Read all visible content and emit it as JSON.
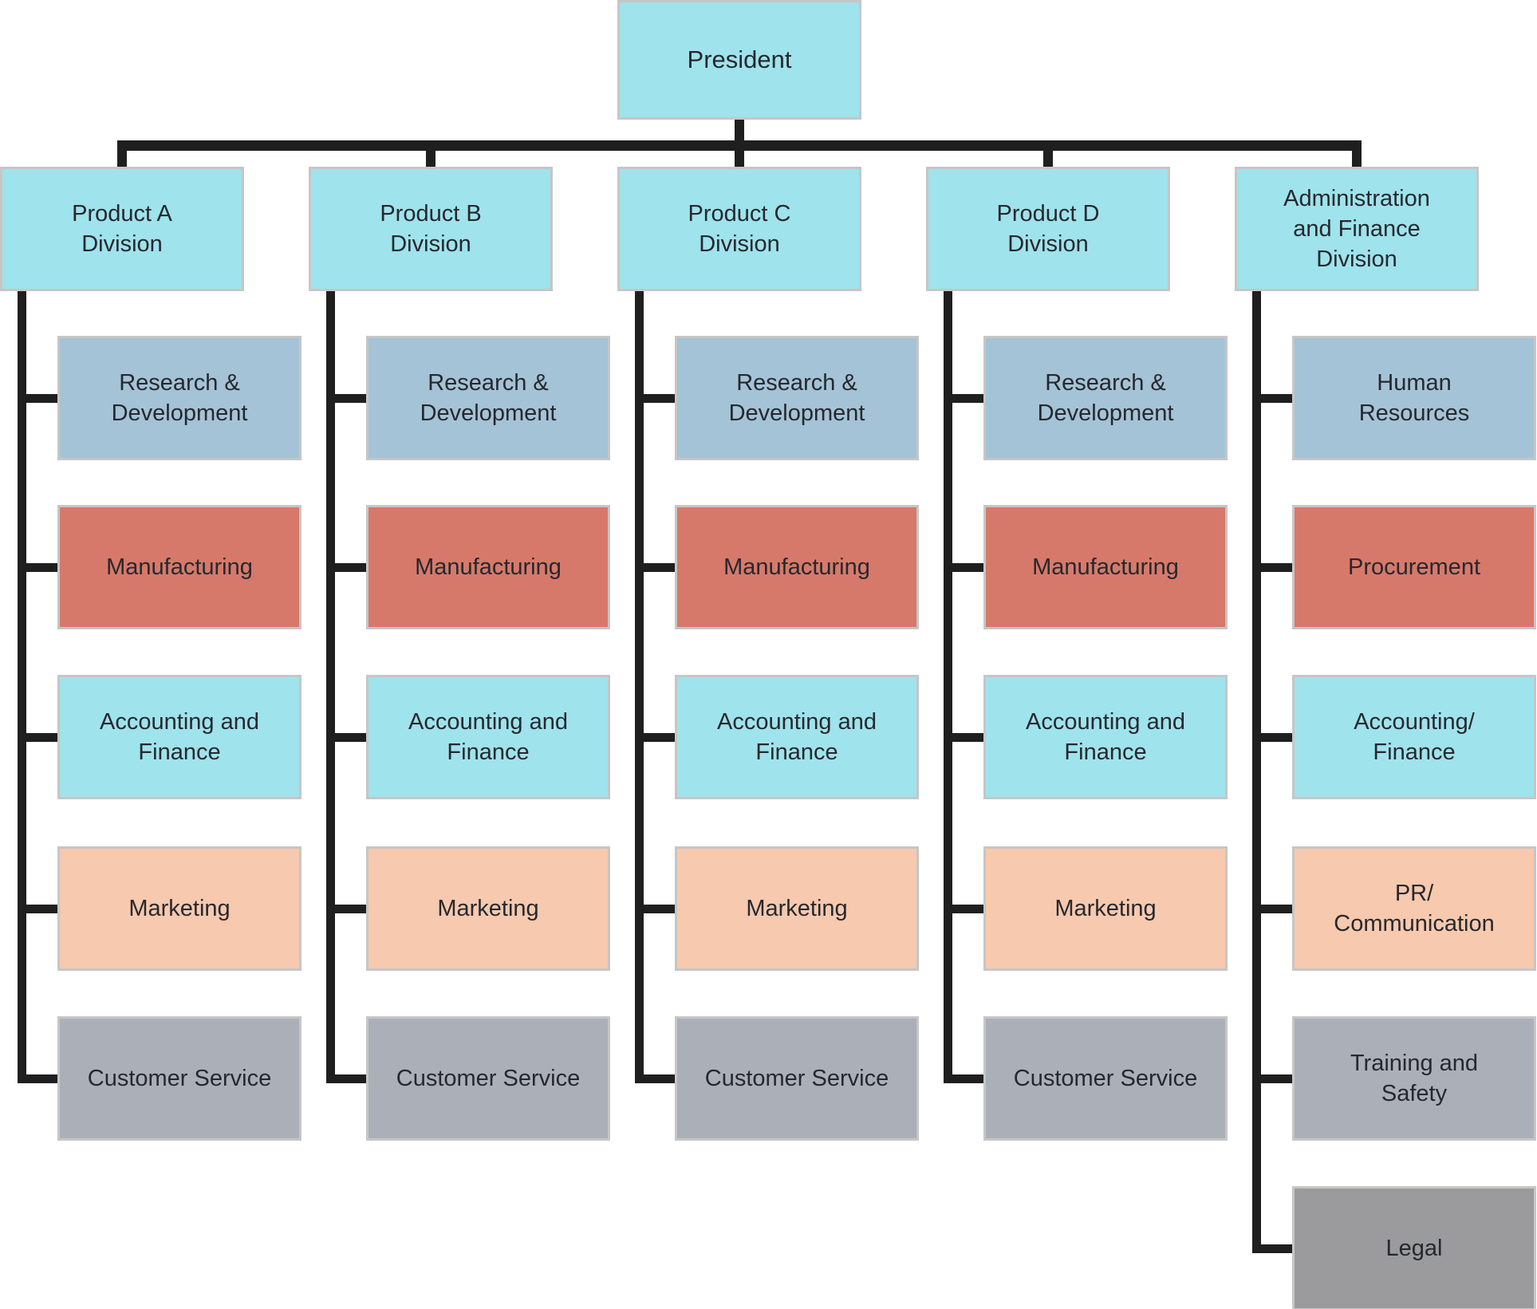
{
  "palette": {
    "cyan": "#9fe3ec",
    "bluegray": "#a4c3d6",
    "salmon": "#d7796a",
    "peach": "#f7c9ae",
    "gray": "#abb0b8",
    "darkgray": "#9b9b9d",
    "line": "#1f1f1f",
    "text": "#26282e",
    "background": "#ffffff"
  },
  "president": {
    "label": "President",
    "color": "cyan"
  },
  "columns": [
    {
      "title": "Product A\nDivision",
      "color": "cyan",
      "children": [
        {
          "label": "Research &\nDevelopment",
          "color": "bluegray"
        },
        {
          "label": "Manufacturing",
          "color": "salmon"
        },
        {
          "label": "Accounting and\nFinance",
          "color": "cyan"
        },
        {
          "label": "Marketing",
          "color": "peach"
        },
        {
          "label": "Customer Service",
          "color": "gray"
        }
      ]
    },
    {
      "title": "Product B\nDivision",
      "color": "cyan",
      "children": [
        {
          "label": "Research &\nDevelopment",
          "color": "bluegray"
        },
        {
          "label": "Manufacturing",
          "color": "salmon"
        },
        {
          "label": "Accounting and\nFinance",
          "color": "cyan"
        },
        {
          "label": "Marketing",
          "color": "peach"
        },
        {
          "label": "Customer Service",
          "color": "gray"
        }
      ]
    },
    {
      "title": "Product C\nDivision",
      "color": "cyan",
      "children": [
        {
          "label": "Research &\nDevelopment",
          "color": "bluegray"
        },
        {
          "label": "Manufacturing",
          "color": "salmon"
        },
        {
          "label": "Accounting and\nFinance",
          "color": "cyan"
        },
        {
          "label": "Marketing",
          "color": "peach"
        },
        {
          "label": "Customer Service",
          "color": "gray"
        }
      ]
    },
    {
      "title": "Product D\nDivision",
      "color": "cyan",
      "children": [
        {
          "label": "Research &\nDevelopment",
          "color": "bluegray"
        },
        {
          "label": "Manufacturing",
          "color": "salmon"
        },
        {
          "label": "Accounting and\nFinance",
          "color": "cyan"
        },
        {
          "label": "Marketing",
          "color": "peach"
        },
        {
          "label": "Customer Service",
          "color": "gray"
        }
      ]
    },
    {
      "title": "Administration\nand Finance\nDivision",
      "color": "cyan",
      "children": [
        {
          "label": "Human\nResources",
          "color": "bluegray"
        },
        {
          "label": "Procurement",
          "color": "salmon"
        },
        {
          "label": "Accounting/\nFinance",
          "color": "cyan"
        },
        {
          "label": "PR/\nCommunication",
          "color": "peach"
        },
        {
          "label": "Training and\nSafety",
          "color": "gray"
        },
        {
          "label": "Legal",
          "color": "darkgray"
        }
      ]
    }
  ]
}
